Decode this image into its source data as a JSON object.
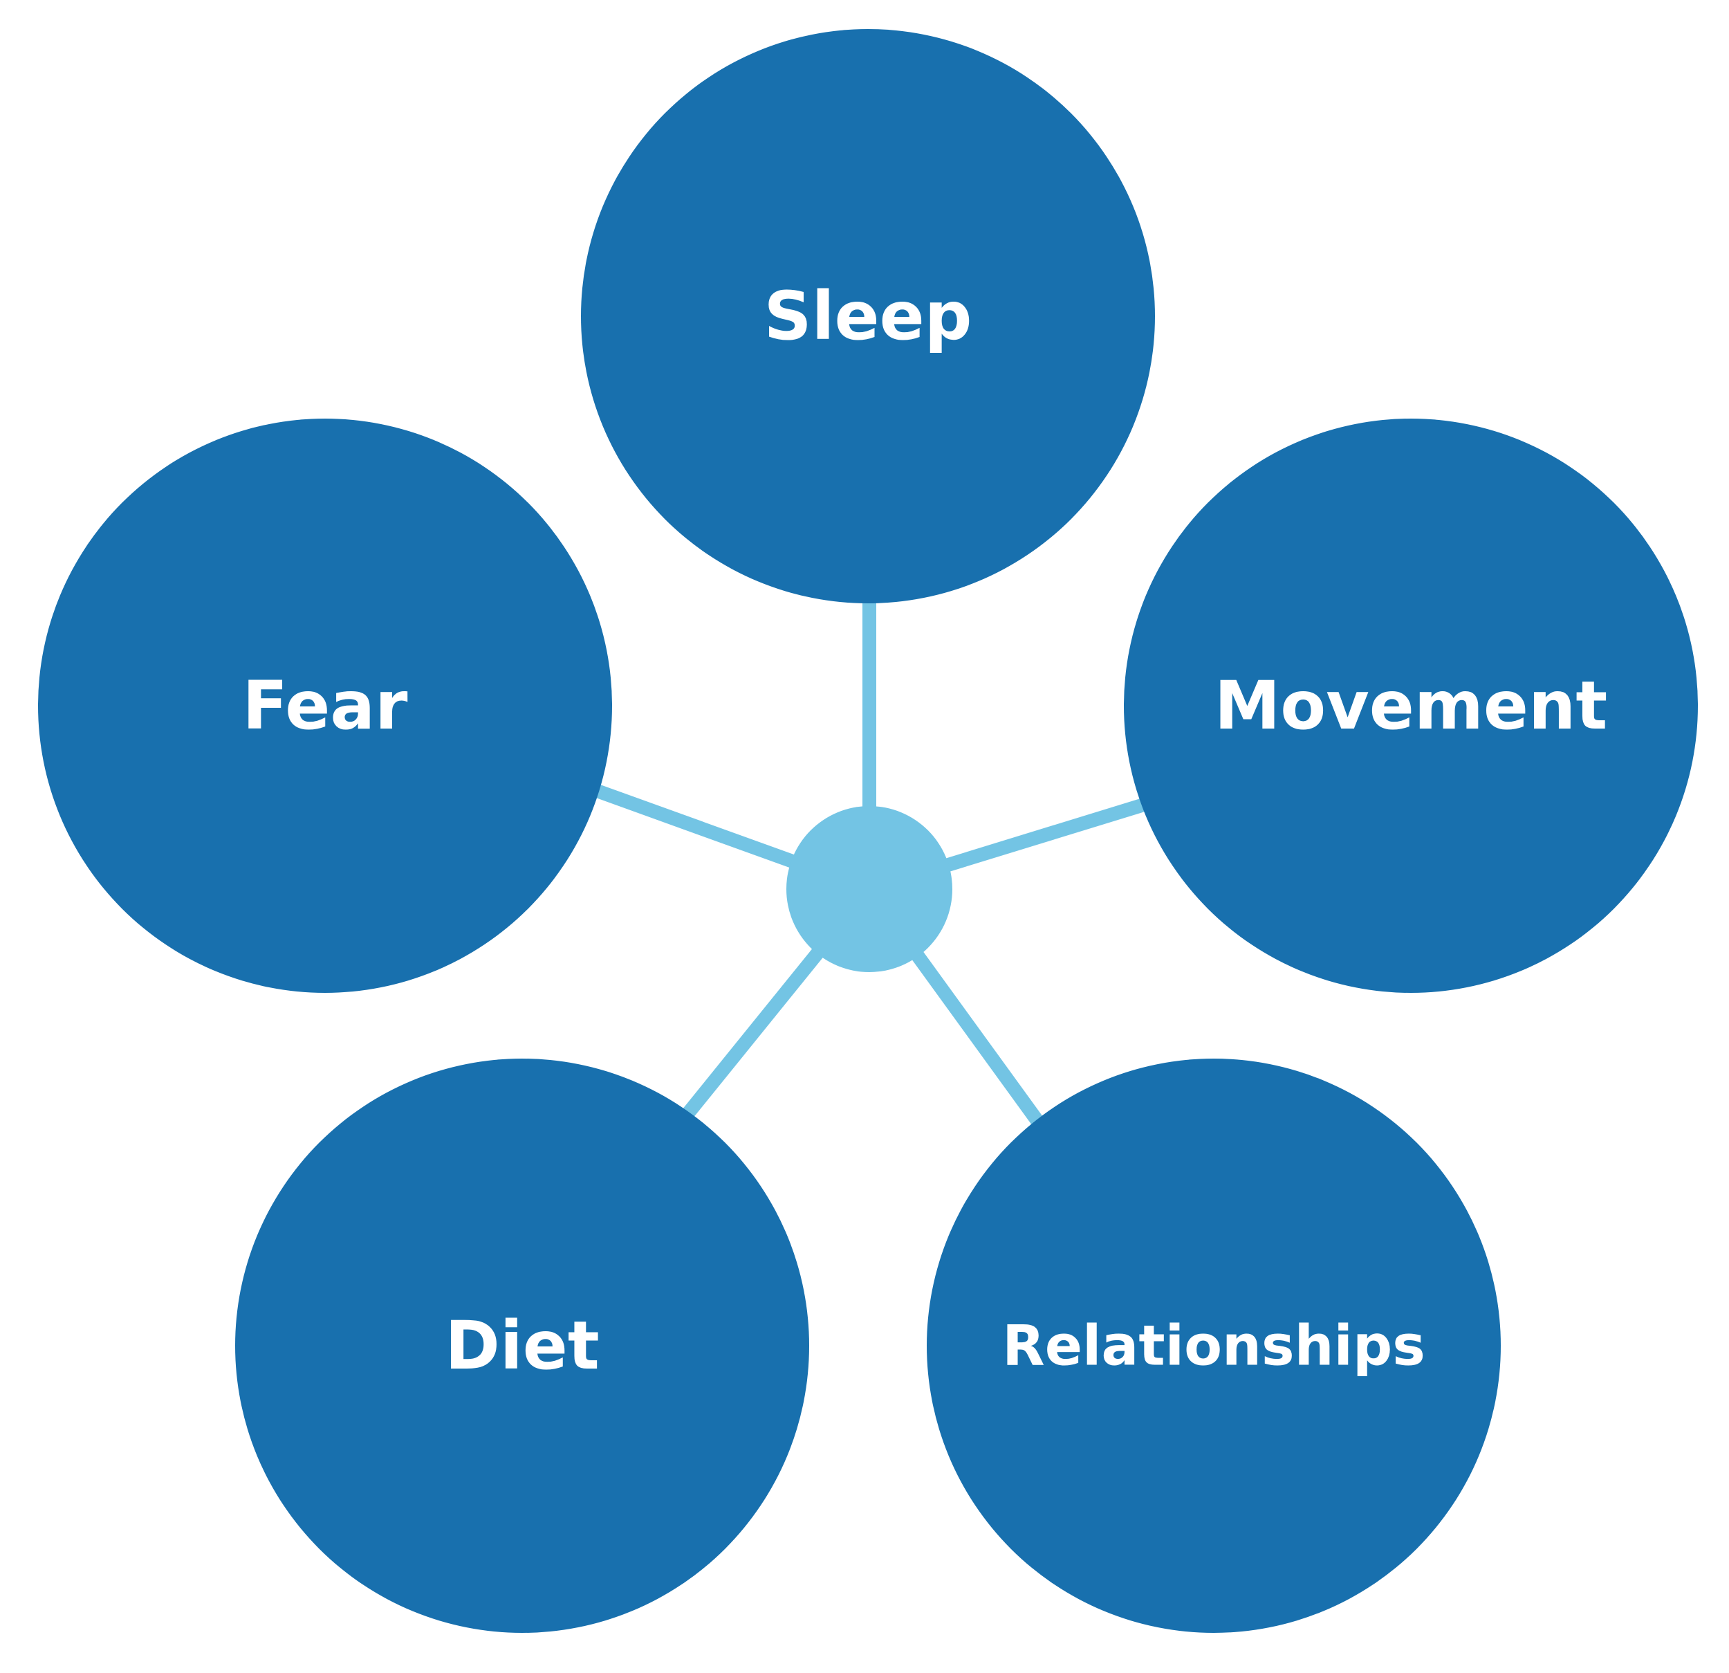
{
  "diagram": {
    "center": {
      "label": ""
    },
    "nodes": [
      {
        "id": "sleep",
        "label": "Sleep"
      },
      {
        "id": "movement",
        "label": "Movement"
      },
      {
        "id": "relationships",
        "label": "Relationships"
      },
      {
        "id": "diet",
        "label": "Diet"
      },
      {
        "id": "fear",
        "label": "Fear"
      }
    ],
    "colors": {
      "node_fill": "#1870ae",
      "connector": "#73c4e4",
      "hub": "#73c4e4",
      "label_text": "#ffffff",
      "background": "#ffffff"
    }
  }
}
